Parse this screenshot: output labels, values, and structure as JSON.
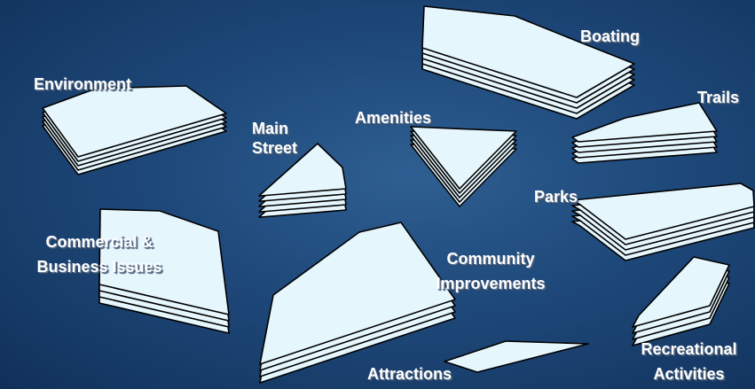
{
  "colors": {
    "sheet_fill": "#e6f6fd",
    "sheet_stroke": "#000000",
    "background": "#1f4a7c",
    "label": "#ffffff"
  },
  "topics": {
    "environment": "Environment",
    "main_street_line1": "Main",
    "main_street_line2": "Street",
    "amenities": "Amenities",
    "boating": "Boating",
    "trails": "Trails",
    "parks": "Parks",
    "commercial_line1": "Commercial &",
    "commercial_line2": "Business Issues",
    "community_line1": "Community",
    "community_line2": "Improvements",
    "attractions": "Attractions",
    "recreational_line1": "Recreational",
    "recreational_line2": "Activities"
  }
}
